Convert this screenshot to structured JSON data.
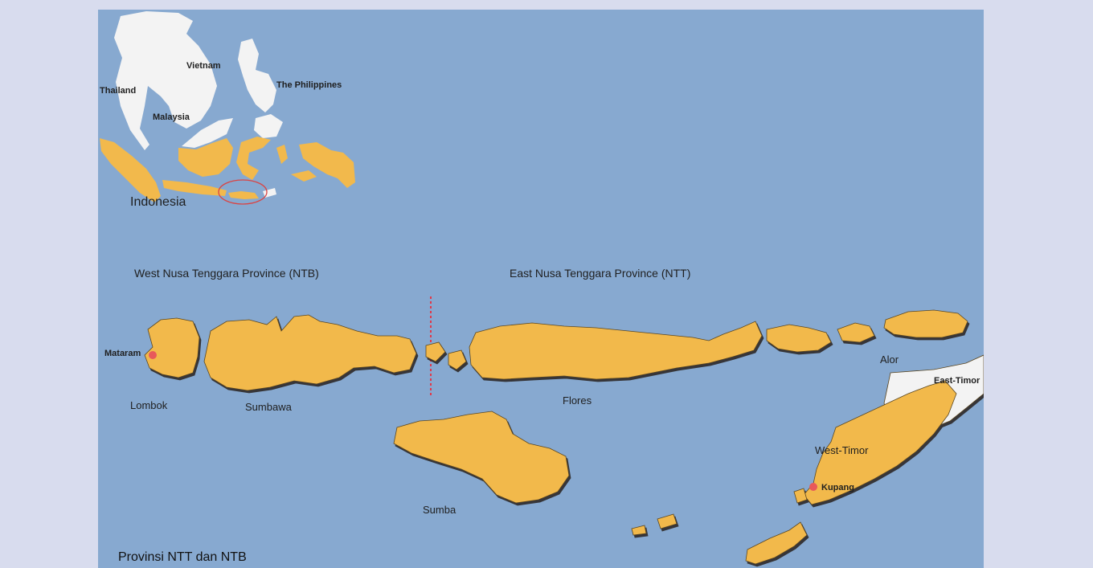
{
  "colors": {
    "sea": "#87a9d0",
    "land_highlight": "#f2b94c",
    "land_other": "#f3f3f3",
    "border": "#5a4620",
    "marker": "#e8595a",
    "dashed_line": "#e0394a",
    "ellipse": "#d94444",
    "page_bg": "#d8dcee"
  },
  "inset": {
    "countries": [
      "Vietnam",
      "Thailand",
      "Malaysia",
      "The Philippines"
    ],
    "country_label": "Indonesia"
  },
  "provinces": {
    "west": "West Nusa Tenggara Province (NTB)",
    "east": "East Nusa Tenggara Province (NTT)"
  },
  "islands": [
    "Lombok",
    "Sumbawa",
    "Flores",
    "Sumba",
    "Alor",
    "West-Timor",
    "East-Timor"
  ],
  "cities": [
    "Mataram",
    "Kupang"
  ],
  "caption": "Provinsi NTT dan NTB"
}
